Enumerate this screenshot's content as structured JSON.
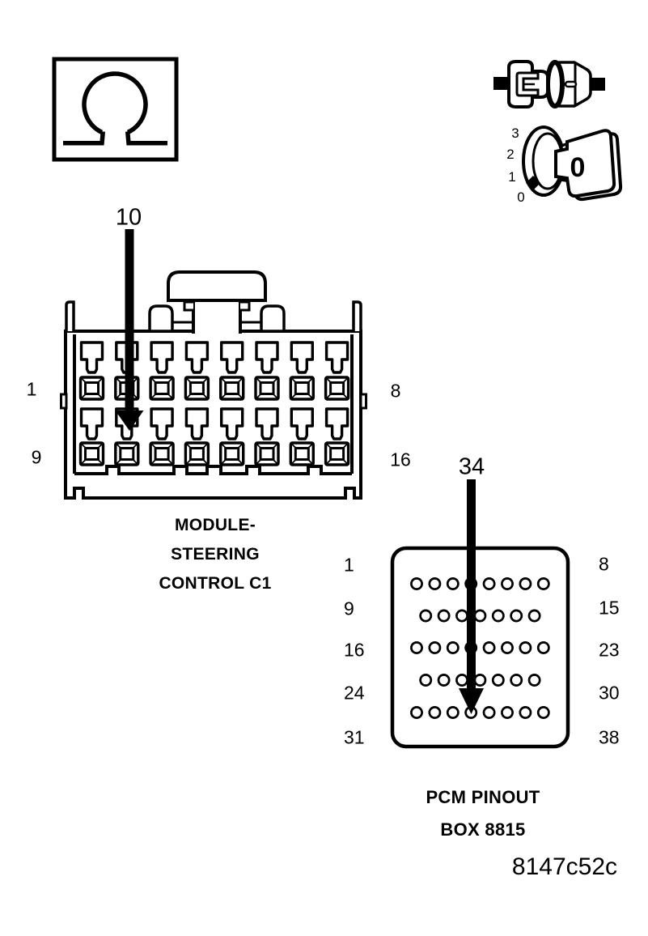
{
  "colors": {
    "ink": "#000000",
    "paper": "#ffffff"
  },
  "ohmmeter_icon": {
    "symbol": "ohm"
  },
  "ignition_icon": {
    "positions": [
      "3",
      "2",
      "1",
      "0"
    ],
    "key_label": "0"
  },
  "steering_connector": {
    "callout_pin": "10",
    "pin_labels": {
      "top_left": "1",
      "top_right": "8",
      "bottom_left": "9",
      "bottom_right": "16"
    },
    "caption": [
      "MODULE-",
      "STEERING",
      "CONTROL C1"
    ]
  },
  "pcm_connector": {
    "callout_pin": "34",
    "rows": [
      {
        "left": "1",
        "right": "8"
      },
      {
        "left": "9",
        "right": "15"
      },
      {
        "left": "16",
        "right": "23"
      },
      {
        "left": "24",
        "right": "30"
      },
      {
        "left": "31",
        "right": "38"
      }
    ],
    "caption": [
      "PCM PINOUT",
      "BOX 8815"
    ]
  },
  "figure_code": "8147c52c"
}
